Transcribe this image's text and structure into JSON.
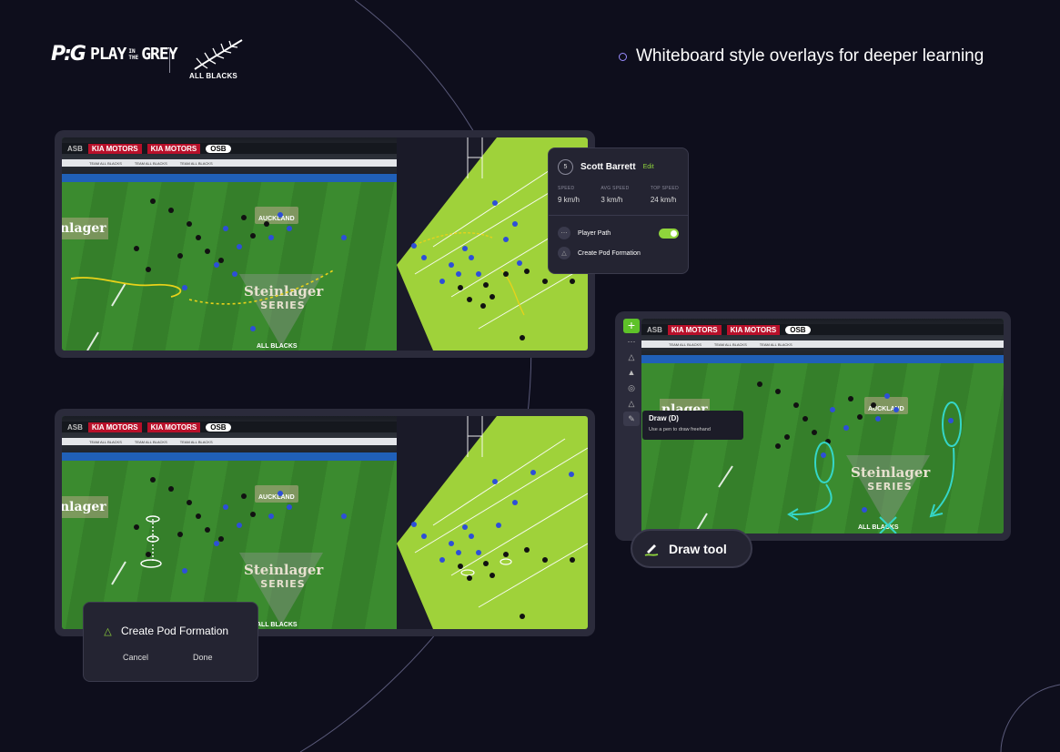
{
  "header": {
    "brand_mark": "P:G",
    "brand_play": "PLAY",
    "brand_in": "IN",
    "brand_the": "THE",
    "brand_grey": "GREY",
    "partner": "ALL BLACKS",
    "tagline": "Whiteboard style overlays for deeper learning"
  },
  "stadium": {
    "ad_asb": "ASB",
    "ad_kia": "KIA MOTORS",
    "ad_osb": "OSB",
    "board_text": "TEAM ALL BLACKS",
    "auckland": "AUCKLAND",
    "steinlager": "Steinlager",
    "series": "SERIES",
    "all_blacks": "ALL BLACKS",
    "side_logo": "nlager"
  },
  "player_card": {
    "number": "5",
    "name": "Scott Barrett",
    "edit_label": "Edit",
    "stats": [
      {
        "label": "SPEED",
        "value": "9 km/h"
      },
      {
        "label": "AVG SPEED",
        "value": "3 km/h"
      },
      {
        "label": "TOP SPEED",
        "value": "24 km/h"
      }
    ],
    "player_path_label": "Player Path",
    "player_path_on": true,
    "pod_label": "Create Pod Formation"
  },
  "pod_dialog": {
    "title": "Create Pod Formation",
    "cancel": "Cancel",
    "done": "Done"
  },
  "toolbar": {
    "add": "+",
    "tooltip_title": "Draw (D)",
    "tooltip_sub": "Use a pen to draw freehand"
  },
  "draw_tool": {
    "label": "Draw tool"
  },
  "colors": {
    "background": "#0e0e1c",
    "panel": "#2b2b3b",
    "accent_green": "#8fd43c",
    "pitch_lime": "#9fd23a",
    "annotation_cyan": "#35d6c8",
    "path_yellow": "#e8d21a"
  }
}
